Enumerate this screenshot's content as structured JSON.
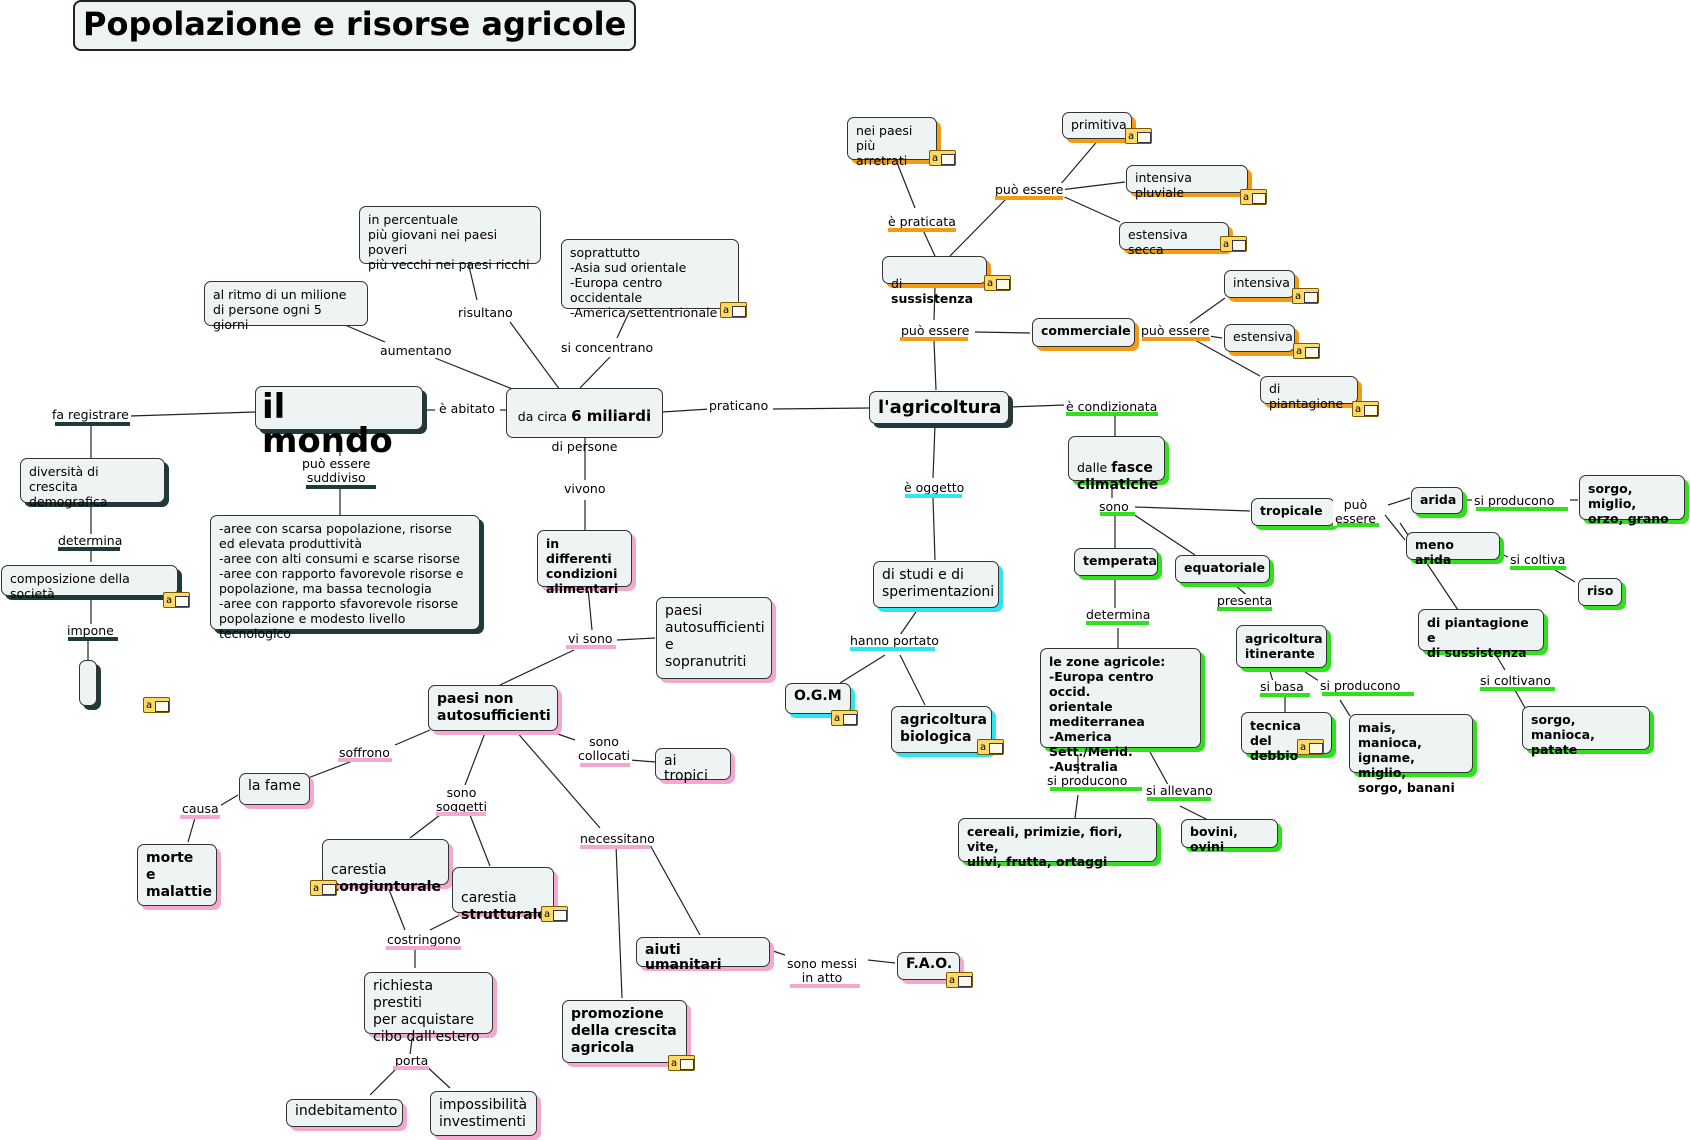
{
  "title": "Popolazione e risorse agricole",
  "nodes": {
    "mondo": "il mondo",
    "miliardi_pre": "da circa ",
    "miliardi_big": "6 miliardi",
    "miliardi_post": "di persone",
    "ritmo": "al ritmo di un milione\ndi persone ogni 5 giorni",
    "percentuale": "in percentuale\npiù giovani nei paesi poveri\npiù vecchi nei paesi ricchi",
    "soprattutto": "soprattutto\n-Asia sud orientale\n-Europa centro occidentale\n-America settentrionale",
    "diversita": "diversità di\ncrescita demografica",
    "composizione": "composizione della società",
    "aree": "-aree con scarsa popolazione, risorse\n   ed  elevata produttività\n-aree con alti consumi e scarse risorse\n-aree con rapporto favorevole risorse e\n popolazione, ma bassa tecnologia\n-aree con rapporto sfavorevole risorse\n popolazione e modesto livello tecnologico",
    "condizioni": "in differenti\ncondizioni\nalimentari",
    "autosufficienti": "paesi\nautosufficienti\ne\nsopranutriti",
    "nonauto": "paesi non\nautosufficienti",
    "fame": "la fame",
    "morte": "morte\ne\nmalattie",
    "tropici": "ai tropici",
    "car_cong_1": "carestia",
    "car_cong_2": "congiunturale",
    "car_strut_1": "carestia",
    "car_strut_2": "strutturale",
    "prestiti": "richiesta prestiti\nper acquistare\ncibo dall'estero",
    "indebitamento": "indebitamento",
    "impossibilita": "impossibilità\ninvestimenti",
    "aiuti": "aiuti umanitari",
    "fao": "F.A.O.",
    "promozione": "promozione\ndella crescita\nagricola",
    "agricoltura": "l'agricoltura",
    "studi": "di studi e di\nsperimentazioni",
    "ogm": "O.G.M",
    "biologica": "agricoltura\nbiologica",
    "sussistenza_pre": "di ",
    "sussistenza_b": "sussistenza",
    "arretrati": "nei paesi\npiù arretrati",
    "primitiva": "primitiva",
    "intensiva_pluviale": "intensiva pluviale",
    "estensiva_secca": "estensiva secca",
    "commerciale": "commerciale",
    "intensiva": "intensiva",
    "estensiva": "estensiva",
    "piantagione": "di piantagione",
    "fasce_pre": "dalle ",
    "fasce_b1": "fasce",
    "fasce_b2": "climatiche",
    "tropicale": "tropicale",
    "arida": "arida",
    "sorgo_miglio": "sorgo, miglio,\norzo, grano",
    "meno_arida": "meno arida",
    "riso": "riso",
    "piantagione_sussistenza": "di piantagione e\ndi sussistenza",
    "sorgo_manioca": "sorgo, manioca,\npatate",
    "temperata": "temperata",
    "equatoriale": "equatoriale",
    "itinerante": "agricoltura\nitinerante",
    "debbio": "tecnica del\ndebbio",
    "mais": "mais, manioca,\nigname, miglio,\nsorgo, banani",
    "zone": "le zone agricole:\n-Europa centro occid.\n orientale\n mediterranea\n-America Sett./Merid.\n-Australia",
    "cereali": "cereali, primizie, fiori, vite,\nulivi, frutta, ortaggi",
    "bovini": "bovini, ovini"
  },
  "links": {
    "fa_registrare": "fa registrare",
    "puo_essere_suddiviso": "può essere\nsuddiviso",
    "e_abitato": "è abitato",
    "aumentano": "aumentano",
    "risultano": "risultano",
    "si_concentrano": "si concentrano",
    "praticano": "praticano",
    "vivono": "vivono",
    "determina_1": "determina",
    "impone": "impone",
    "vi_sono": "vi sono",
    "soffrono": "soffrono",
    "causa": "causa",
    "sono_collocati": "sono\ncollocati",
    "sono_soggetti": "sono\nsoggetti",
    "necessitano": "necessitano",
    "costringono": "costringono",
    "porta": "porta",
    "sono_messi": "sono messi\nin atto",
    "e_oggetto": "è oggetto",
    "hanno_portato": "hanno portato",
    "puo_essere_1": "può essere",
    "e_praticata": "è praticata",
    "puo_essere_2": "può essere",
    "puo_essere_3": "può essere",
    "e_condizionata": "è condizionata",
    "sono": "sono",
    "puo_essere_4": "può\nessere",
    "si_producono_1": "si producono",
    "si_coltiva": "si coltiva",
    "si_coltivano": "si coltivano",
    "presenta": "presenta",
    "si_basa": "si basa",
    "si_producono_2": "si producono",
    "determina_2": "determina",
    "si_producono_3": "si producono",
    "si_allevano": "si allevano"
  },
  "note_icon": "note-icon",
  "colors": {
    "node_fill": "#eef3f3",
    "dark": "#1f3a3a",
    "pink": "#f4a8cf",
    "cyan": "#2ee6f0",
    "green": "#2ee21c",
    "orange": "#f59a14",
    "note": "#ffd966"
  }
}
